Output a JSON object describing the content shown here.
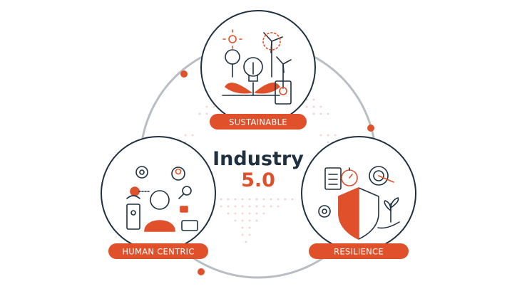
{
  "title": {
    "line1": "Industry",
    "line2": "5.0"
  },
  "pillars": [
    {
      "id": "sustainable",
      "label": "SUSTAINABLE",
      "icon": "sustainability-icon"
    },
    {
      "id": "human",
      "label": "HUMAN CENTRIC",
      "icon": "human-centric-icon"
    },
    {
      "id": "resilience",
      "label": "RESILIENCE",
      "icon": "resilience-shield-icon"
    }
  ],
  "colors": {
    "accent": "#e0502a",
    "dark": "#1f3140",
    "ring": "#b8bec4"
  }
}
